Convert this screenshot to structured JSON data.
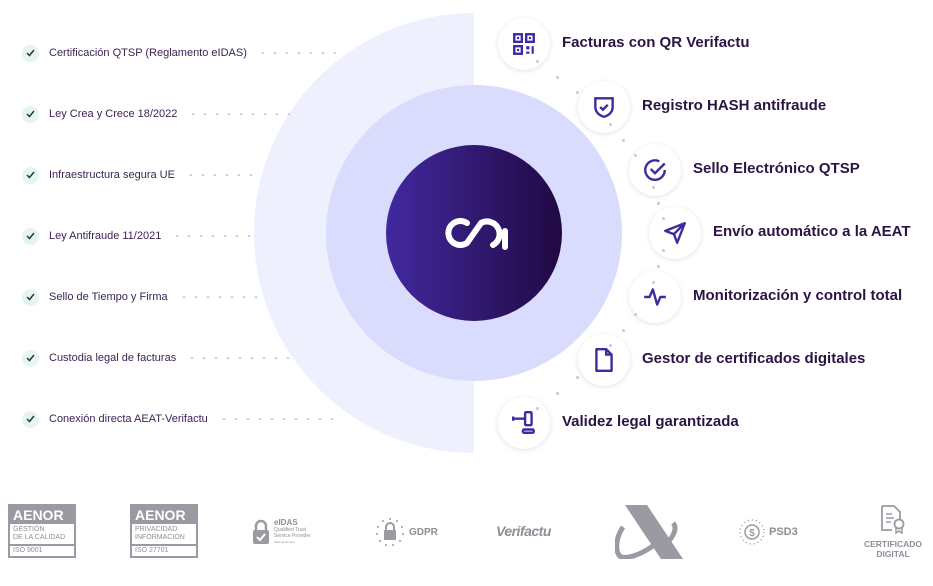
{
  "brand": {
    "accent": "#3f2a9e",
    "dark": "#220a45"
  },
  "left_items": [
    {
      "label": "Certificación QTSP (Reglamento eIDAS)"
    },
    {
      "label": "Ley Crea y Crece 18/2022"
    },
    {
      "label": "Infraestructura segura UE"
    },
    {
      "label": "Ley Antifraude 11/2021"
    },
    {
      "label": "Sello de Tiempo y Firma"
    },
    {
      "label": "Custodia legal de facturas"
    },
    {
      "label": "Conexión directa AEAT-Verifactu"
    }
  ],
  "right_items": [
    {
      "label": "Facturas con QR Verifactu",
      "icon": "qr-code-icon"
    },
    {
      "label": "Registro HASH antifraude",
      "icon": "shield-check-icon"
    },
    {
      "label": "Sello Electrónico QTSP",
      "icon": "check-circle-icon"
    },
    {
      "label": "Envío automático a la AEAT",
      "icon": "send-icon"
    },
    {
      "label": "Monitorización y control total",
      "icon": "activity-icon"
    },
    {
      "label": "Gestor de certificados digitales",
      "icon": "file-icon"
    },
    {
      "label": "Validez legal garantizada",
      "icon": "gavel-icon"
    }
  ],
  "logos": {
    "aenor1": {
      "title": "AENOR",
      "line1": "GESTIÓN",
      "line2": "DE LA CALIDAD",
      "iso": "ISO 9001"
    },
    "aenor2": {
      "title": "AENOR",
      "line1": "PRIVACIDAD",
      "line2": "INFORMACIÓN",
      "iso": "ISO 27701"
    },
    "eidas": {
      "title": "eIDAS",
      "line1": "Qualified Trust",
      "line2": "Service Provider",
      "line3": "Sello de tiempo"
    },
    "gdpr": "GDPR",
    "verifactu": "Verifactu",
    "psd3": "PSD3",
    "cert": {
      "line1": "CERTIFICADO",
      "line2": "DIGITAL"
    }
  }
}
